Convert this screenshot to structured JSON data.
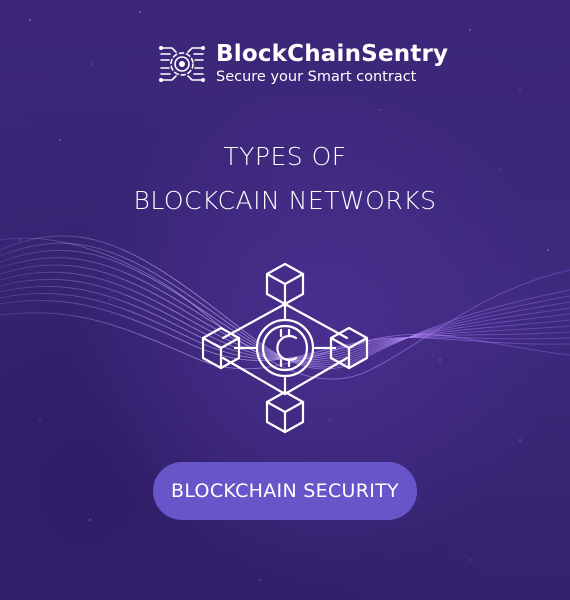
{
  "brand": {
    "name": "BlockChainSentry",
    "tagline": "Secure your Smart contract",
    "logo_icon": "circuit-shield-icon"
  },
  "headline": {
    "line1": "TYPES OF",
    "line2": "BLOCKCAIN NETWORKS"
  },
  "illustration": {
    "icon": "blockchain-network-icon",
    "center_symbol": "₵"
  },
  "cta": {
    "label": "BLOCKCHAIN SECURITY"
  },
  "colors": {
    "background": "#3b2678",
    "button": "#6656c9",
    "text": "#ffffff",
    "wave": "#b49cff"
  }
}
